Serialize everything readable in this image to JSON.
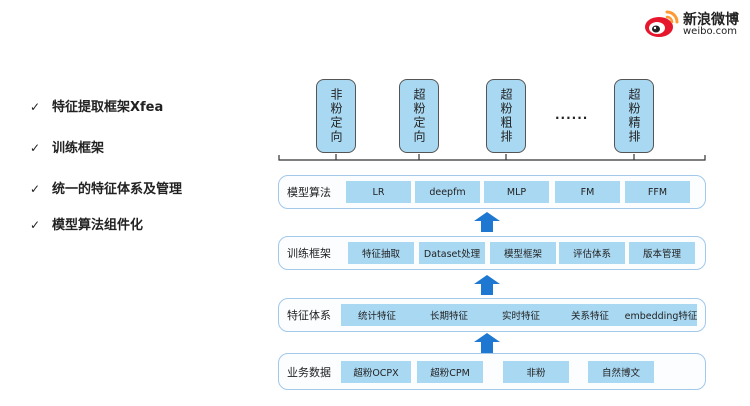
{
  "logo": {
    "name_cn": "新浪微博",
    "name_en": "weibo.com",
    "icon": "weibo-eye-logo"
  },
  "bullets": [
    {
      "mark": "✓",
      "text": "特征提取框架Xfea"
    },
    {
      "mark": "✓",
      "text": "训练框架"
    },
    {
      "mark": "✓",
      "text": "统一的特征体系及管理"
    },
    {
      "mark": "✓",
      "text": "模型算法组件化"
    }
  ],
  "targets": [
    "非粉定向",
    "超粉定向",
    "超粉粗排",
    "超粉精排"
  ],
  "targets_ellipsis": "......",
  "layers": [
    {
      "label": "模型算法",
      "chips": [
        "LR",
        "deepfm",
        "MLP",
        "FM",
        "FFM"
      ]
    },
    {
      "label": "训练框架",
      "chips": [
        "特征抽取",
        "Dataset处理",
        "模型框架",
        "评估体系",
        "版本管理"
      ]
    },
    {
      "label": "特征体系",
      "chips": [
        "统计特征",
        "长期特征",
        "实时特征",
        "关系特征",
        "embedding特征"
      ]
    },
    {
      "label": "业务数据",
      "chips": [
        "超粉OCPX",
        "超粉CPM",
        "非粉",
        "自然博文"
      ]
    }
  ],
  "colors": {
    "chip_fill": "#a9d8f2",
    "layer_border": "#a3c8ea",
    "arrow": "#1e78d2",
    "logo_red": "#e6162d",
    "logo_orange": "#ff9933"
  }
}
